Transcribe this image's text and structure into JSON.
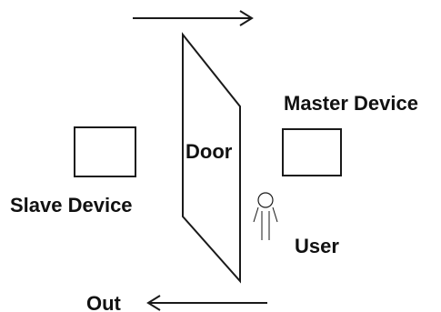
{
  "labels": {
    "master_device": "Master Device",
    "slave_device": "Slave Device",
    "door": "Door",
    "user": "User",
    "out": "Out"
  },
  "colors": {
    "ink": "#1a1a1a",
    "background": "#ffffff"
  },
  "icons": {
    "user": "stick-figure-icon",
    "direction_in": "arrow-right-icon",
    "direction_out": "arrow-left-icon"
  }
}
